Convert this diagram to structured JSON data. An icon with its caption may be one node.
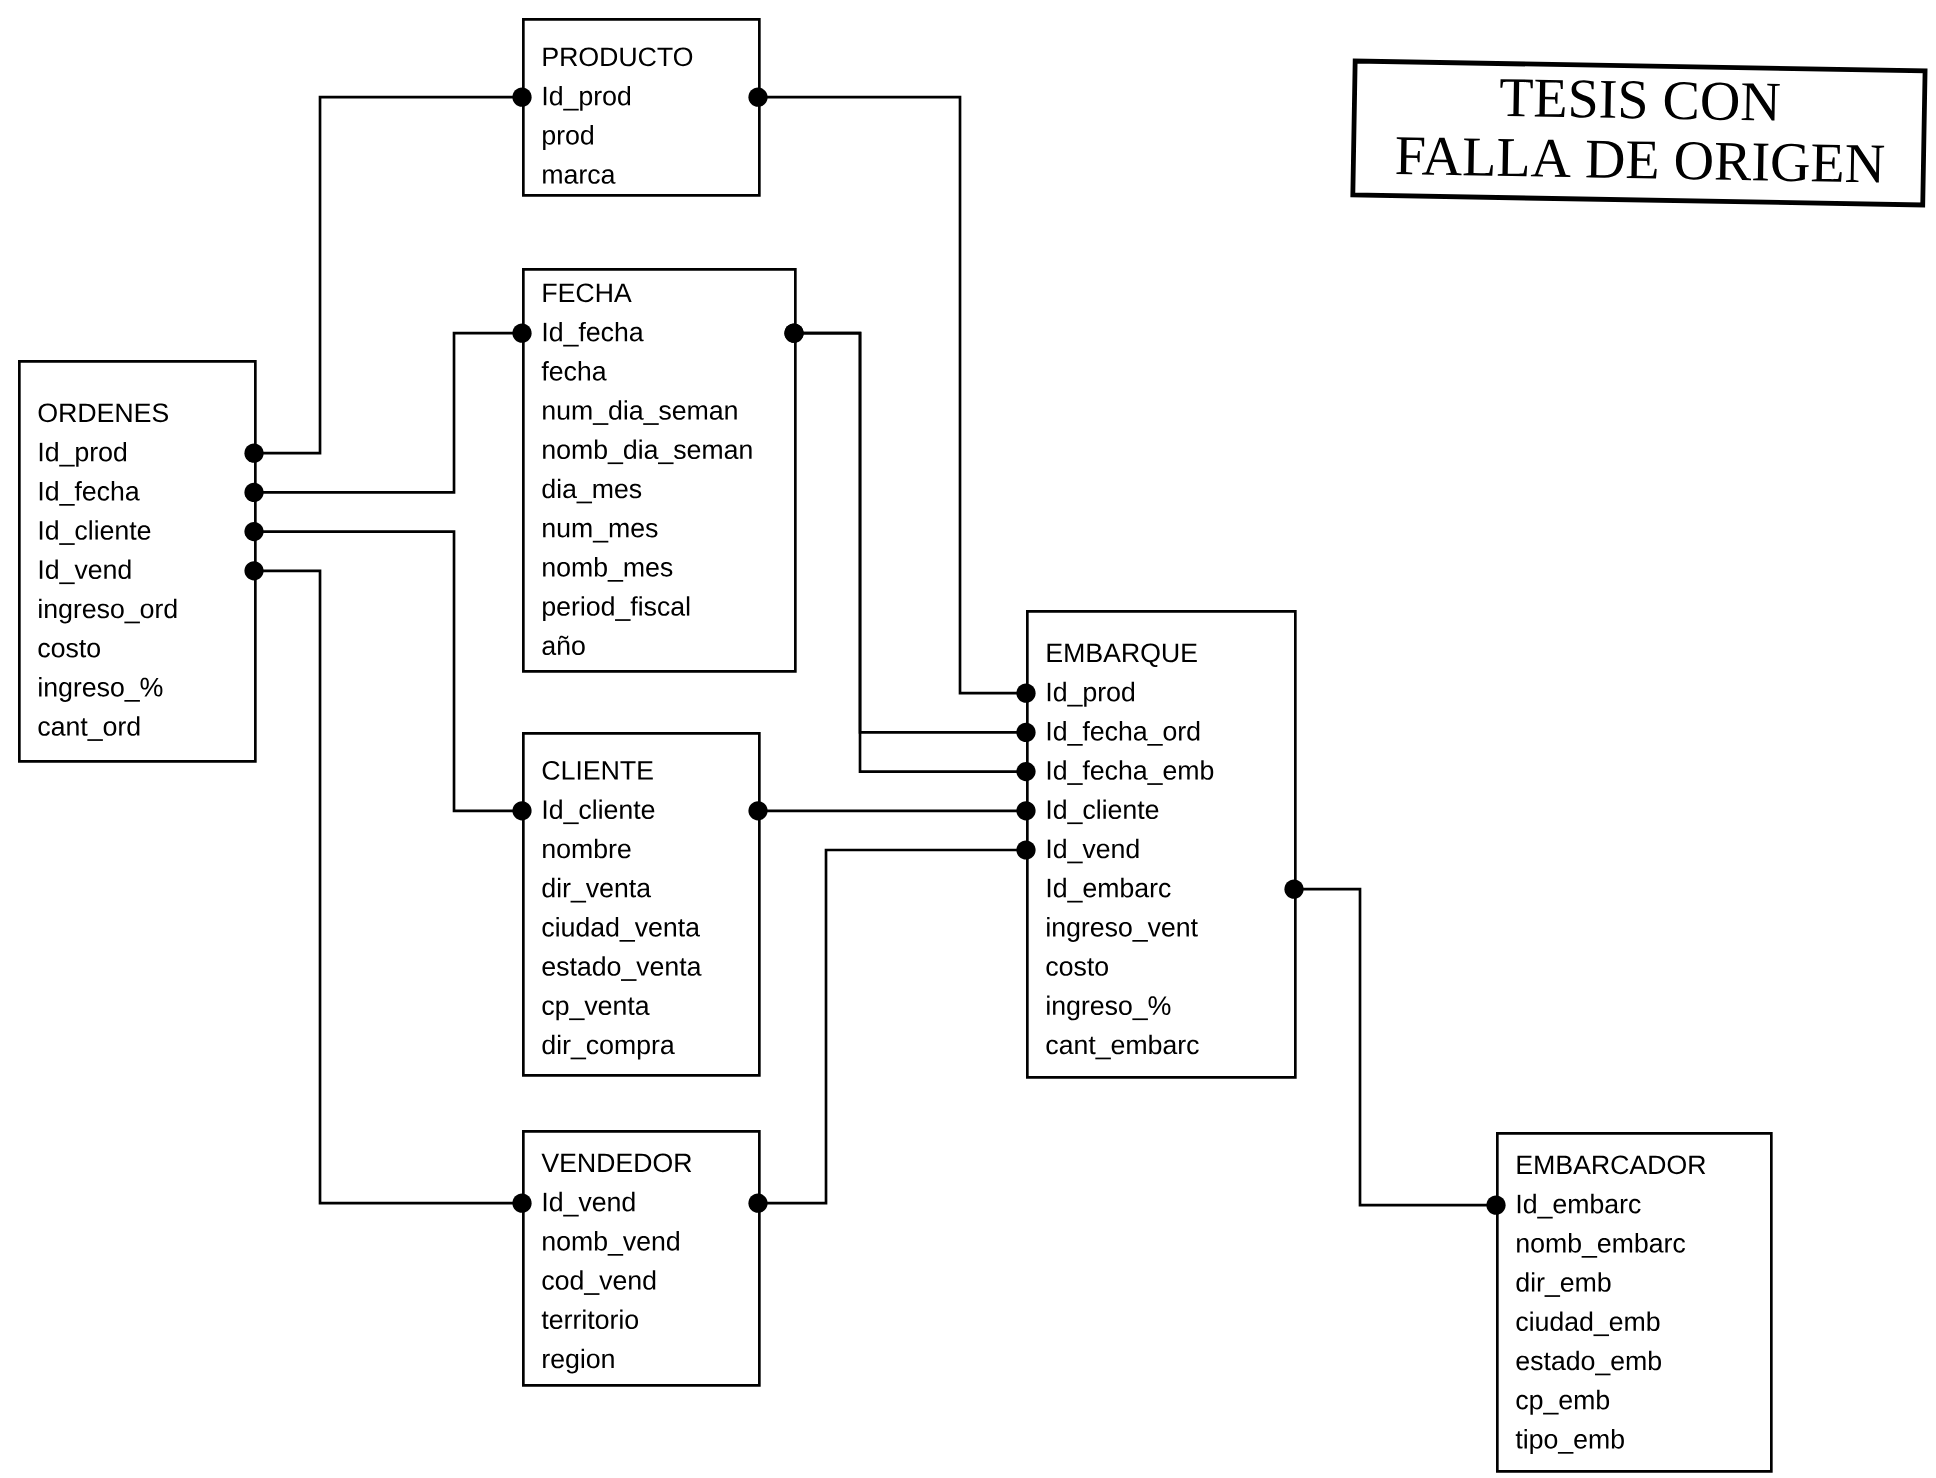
{
  "diagram": {
    "nodes": [
      {
        "text": [
          "PRODUCTO",
          "Id_prod",
          "prod",
          "marca"
        ]
      },
      {
        "text": [
          "FECHA",
          "Id_fecha",
          "fecha",
          "num_dia_seman",
          "nomb_dia_seman",
          "dia_mes",
          "num_mes",
          "nomb_mes",
          "period_fiscal",
          "año"
        ]
      },
      {
        "text": [
          "ORDENES",
          "Id_prod",
          "Id_fecha",
          "Id_cliente",
          "Id_vend",
          "ingreso_ord",
          "costo",
          "ingreso_%",
          "cant_ord"
        ]
      },
      {
        "text": [
          "EMBARQUE",
          "Id_prod",
          "Id_fecha_ord",
          "Id_fecha_emb",
          "Id_cliente",
          "Id_vend",
          "Id_embarc",
          "ingreso_vent",
          "costo",
          "ingreso_%",
          "cant_embarc"
        ]
      },
      {
        "text": [
          "CLIENTE",
          "Id_cliente",
          "nombre",
          "dir_venta",
          "ciudad_venta",
          "estado_venta",
          "cp_venta",
          "dir_compra"
        ]
      },
      {
        "text": [
          "VENDEDOR",
          "Id_vend",
          "nomb_vend",
          "cod_vend",
          "territorio",
          "region"
        ]
      },
      {
        "text": [
          "EMBARCADOR",
          "Id_embarc",
          "nomb_embarc",
          "dir_emb",
          "ciudad_emb",
          "estado_emb",
          "cp_emb",
          "tipo_emb"
        ]
      }
    ],
    "edges": [
      {
        "from": 2,
        "to": 0,
        "arrow": "other"
      },
      {
        "from": 2,
        "to": 1,
        "arrow": "other"
      },
      {
        "from": 2,
        "to": 4,
        "arrow": "other"
      },
      {
        "from": 2,
        "to": 5,
        "arrow": "other"
      },
      {
        "from": 0,
        "to": 3,
        "arrow": "other"
      },
      {
        "from": 1,
        "to": 3,
        "arrow": "other"
      },
      {
        "from": 1,
        "to": 3,
        "arrow": "other"
      },
      {
        "from": 4,
        "to": 3,
        "arrow": "other"
      },
      {
        "from": 5,
        "to": 3,
        "arrow": "other"
      },
      {
        "from": 3,
        "to": 6,
        "arrow": "other"
      }
    ],
    "labels": [
      "TESIS CON",
      "FALLA DE ORIGEN"
    ]
  }
}
